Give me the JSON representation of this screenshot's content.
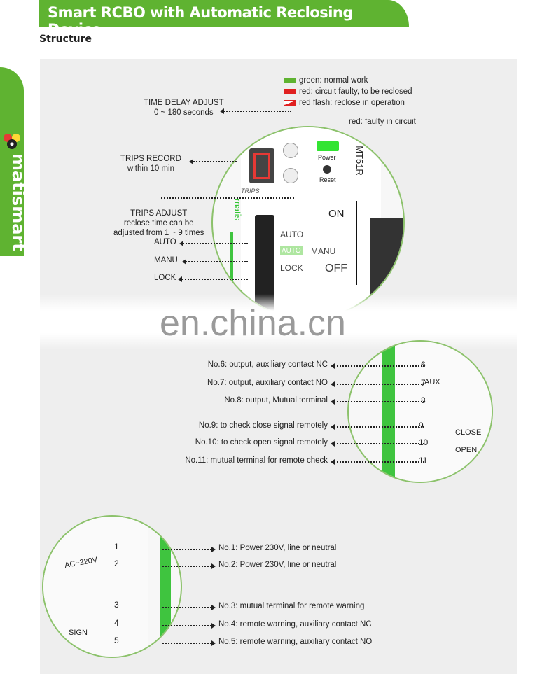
{
  "header": {
    "title": "Smart RCBO with Automatic Reclosing Device",
    "section": "Structure"
  },
  "brand": {
    "name": "matismart",
    "accent": "#5fb331"
  },
  "legend": [
    {
      "color": "#5fb331",
      "label": "green: normal  work"
    },
    {
      "color": "#e02020",
      "label": "red: circuit faulty, to be reclosed"
    },
    {
      "color": "#e02020",
      "label": "red flash: reclose in operation"
    }
  ],
  "top": {
    "time_delay": [
      "TIME DELAY ADJUST",
      "0 ~ 180 seconds"
    ],
    "trips_record": [
      "TRIPS RECORD",
      "within 10 min"
    ],
    "trips_adjust": [
      "TRIPS ADJUST",
      "reclose time can be",
      "adjusted from 1 ~ 9 times"
    ],
    "reset_note": "red: faulty in circuit",
    "auto": "AUTO",
    "manu": "MANU",
    "lock": "LOCK",
    "device": {
      "model": "MT51R",
      "power": "Power",
      "reset": "Reset",
      "trips": "TRIPS",
      "brand": "matis",
      "on": "ON",
      "off": "OFF",
      "auto": "AUTO",
      "manu": "MANU",
      "lock": "LOCK",
      "auto_window": "AUTO"
    }
  },
  "watermark": "en.china.cn",
  "middle": {
    "items": [
      {
        "num": "6",
        "label": "No.6: output, auxiliary contact NC"
      },
      {
        "num": "7",
        "label": "No.7: output, auxiliary contact NO"
      },
      {
        "num": "8",
        "label": "No.8: output, Mutual terminal"
      },
      {
        "num": "9",
        "label": "No.9: to check close signal remotely"
      },
      {
        "num": "10",
        "label": "No.10: to check open signal remotely"
      },
      {
        "num": "11",
        "label": "No.11: mutual terminal for remote check"
      }
    ],
    "aux": "AUX",
    "close": "CLOSE",
    "open": "OPEN"
  },
  "bottom": {
    "items": [
      {
        "num": "1",
        "label": "No.1: Power 230V, line or neutral"
      },
      {
        "num": "2",
        "label": "No.2: Power 230V, line or neutral"
      },
      {
        "num": "3",
        "label": "No.3: mutual terminal for remote warning"
      },
      {
        "num": "4",
        "label": "No.4: remote warning, auxiliary contact NC"
      },
      {
        "num": "5",
        "label": "No.5: remote warning, auxiliary contact NO"
      }
    ],
    "ac": "AC~220V",
    "sign": "SIGN"
  }
}
